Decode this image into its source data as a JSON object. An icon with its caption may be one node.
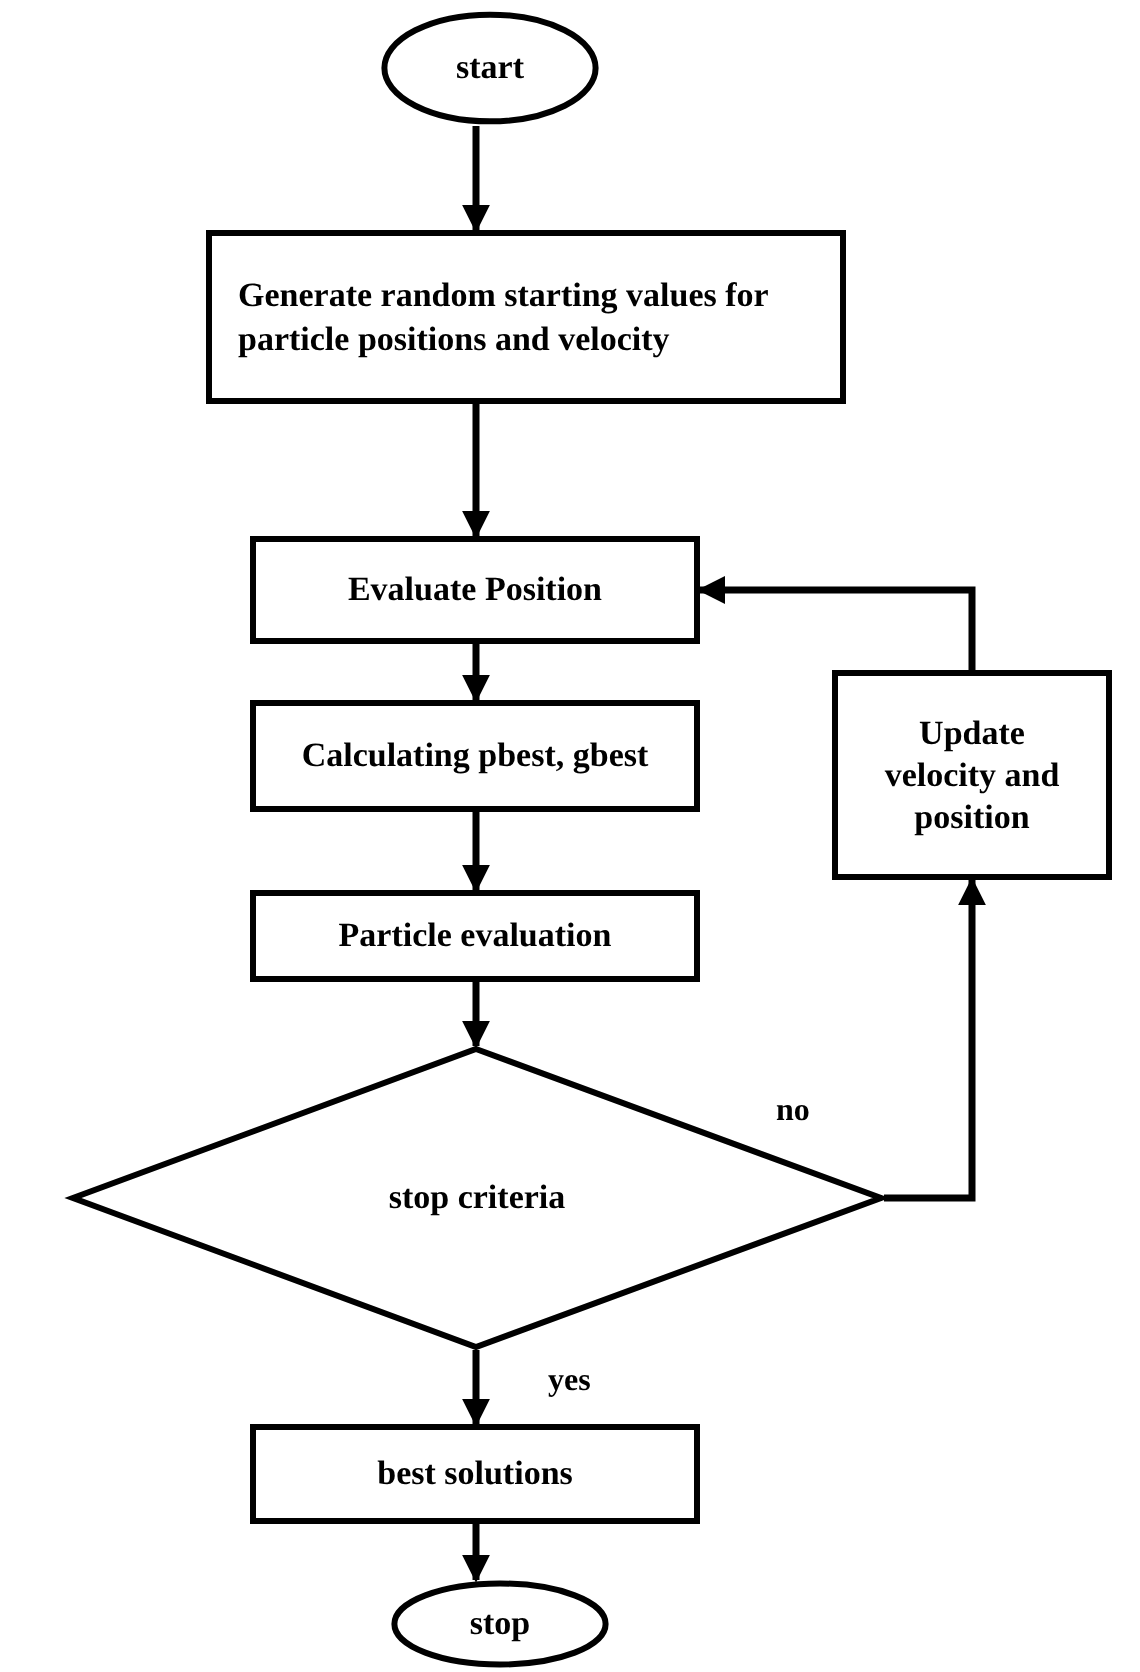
{
  "diagram": {
    "nodes": [
      {
        "text": [
          "start"
        ]
      },
      {
        "text": [
          "Generate random starting values for particle positions and velocity"
        ]
      },
      {
        "text": [
          "Evaluate Position"
        ]
      },
      {
        "text": [
          "Update velocity and position"
        ]
      },
      {
        "text": [
          "Calculating pbest, gbest"
        ]
      },
      {
        "text": [
          "Particle evaluation"
        ]
      },
      {
        "text": [
          "stop criteria"
        ]
      },
      {
        "text": [
          "best solutions"
        ]
      },
      {
        "text": [
          "stop"
        ]
      }
    ],
    "edges": [
      {
        "from": 0,
        "to": 1,
        "arrow": "to"
      },
      {
        "from": 1,
        "to": 2,
        "arrow": "to"
      },
      {
        "from": 2,
        "to": 4,
        "arrow": "to"
      },
      {
        "from": 4,
        "to": 5,
        "arrow": "to"
      },
      {
        "from": 5,
        "to": 6,
        "arrow": "to"
      },
      {
        "from": 6,
        "to": 3,
        "arrow": "to",
        "label": "no"
      },
      {
        "from": 3,
        "to": 2,
        "arrow": "to"
      },
      {
        "from": 6,
        "to": 7,
        "arrow": "to",
        "label": "yes"
      },
      {
        "from": 7,
        "to": 8,
        "arrow": "to"
      }
    ]
  }
}
